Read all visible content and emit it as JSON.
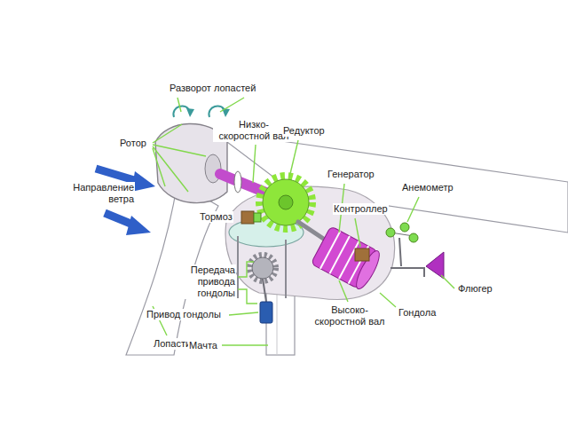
{
  "diagram": {
    "labels": [
      "Разворот лопастей",
      "Ротор",
      "Низко- скоростной вал",
      "Редуктор",
      "Генератор",
      "Направление ветра",
      "Анемометр",
      "Контроллер",
      "Тормоз",
      "Передача привода гондолы",
      "Флюгер",
      "Привод гондолы",
      "Высоко- скоростной вал",
      "Гондола",
      "Лопасти",
      "Мачта"
    ]
  }
}
